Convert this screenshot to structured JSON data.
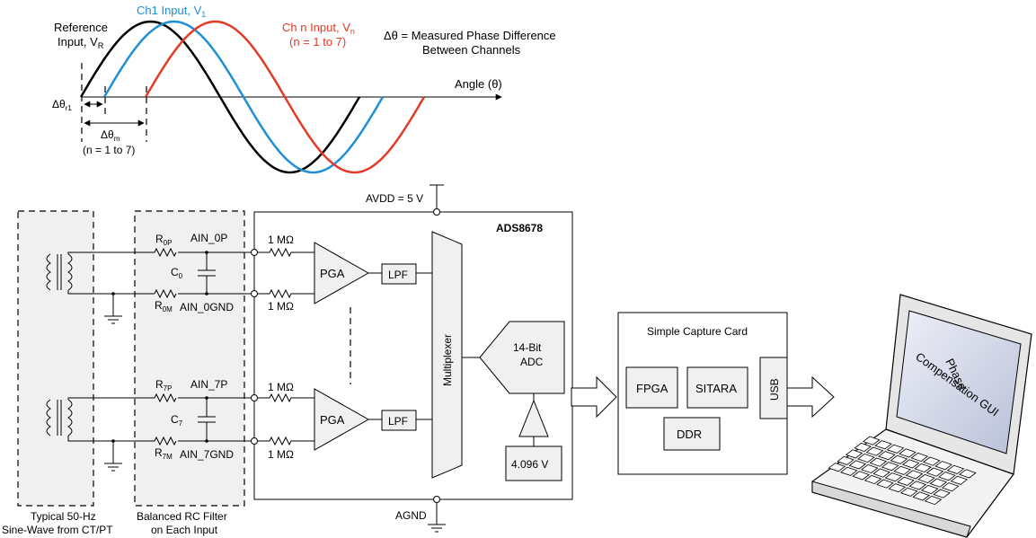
{
  "waveform": {
    "ref_label_line1": "Reference",
    "ref_label_line2": "Input, V",
    "ref_label_sub": "R",
    "ch1_label": "Ch1 Input, V",
    "ch1_label_sub": "1",
    "chn_label": "Ch n Input, V",
    "chn_label_sub": "n",
    "chn_range": "(n = 1 to 7)",
    "phase_note_line1": "Δθ = Measured Phase Difference",
    "phase_note_line2": "Between Channels",
    "angle_label": "Angle (θ)",
    "dtheta_r1": "Δθ",
    "dtheta_r1_sub": "r1",
    "dtheta_m": "Δθ",
    "dtheta_m_sub": "m",
    "dtheta_m_range": "(n = 1 to 7)",
    "colors": {
      "reference": "#000000",
      "ch1": "#1f8fd6",
      "chn": "#e63a27"
    }
  },
  "transformer_block": {
    "caption_line1": "Typical 50-Hz",
    "caption_line2": "Sine-Wave from CT/PT"
  },
  "filter_block": {
    "caption_line1": "Balanced RC Filter",
    "caption_line2": "on Each Input",
    "r0p": "R",
    "r0p_sub": "0P",
    "r0m": "R",
    "r0m_sub": "0M",
    "c0": "C",
    "c0_sub": "0",
    "r7p": "R",
    "r7p_sub": "7P",
    "r7m": "R",
    "r7m_sub": "7M",
    "c7": "C",
    "c7_sub": "7",
    "ain_0p": "AIN_0P",
    "ain_0gnd": "AIN_0GND",
    "ain_7p": "AIN_7P",
    "ain_7gnd": "AIN_7GND"
  },
  "adc_chip": {
    "name": "ADS8678",
    "avdd": "AVDD = 5 V",
    "agnd": "AGND",
    "res_1": "1 MΩ",
    "res_2": "1 MΩ",
    "res_3": "1 MΩ",
    "res_4": "1 MΩ",
    "pga_1": "PGA",
    "pga_2": "PGA",
    "lpf_1": "LPF",
    "lpf_2": "LPF",
    "mux": "Multiplexer",
    "adc_line1": "14-Bit",
    "adc_line2": "ADC",
    "vref": "4.096 V"
  },
  "capture_card": {
    "title": "Simple Capture Card",
    "fpga": "FPGA",
    "sitara": "SITARA",
    "ddr": "DDR",
    "usb": "USB"
  },
  "laptop": {
    "screen_line1": "Phase",
    "screen_line2": "Compensation GUI"
  }
}
